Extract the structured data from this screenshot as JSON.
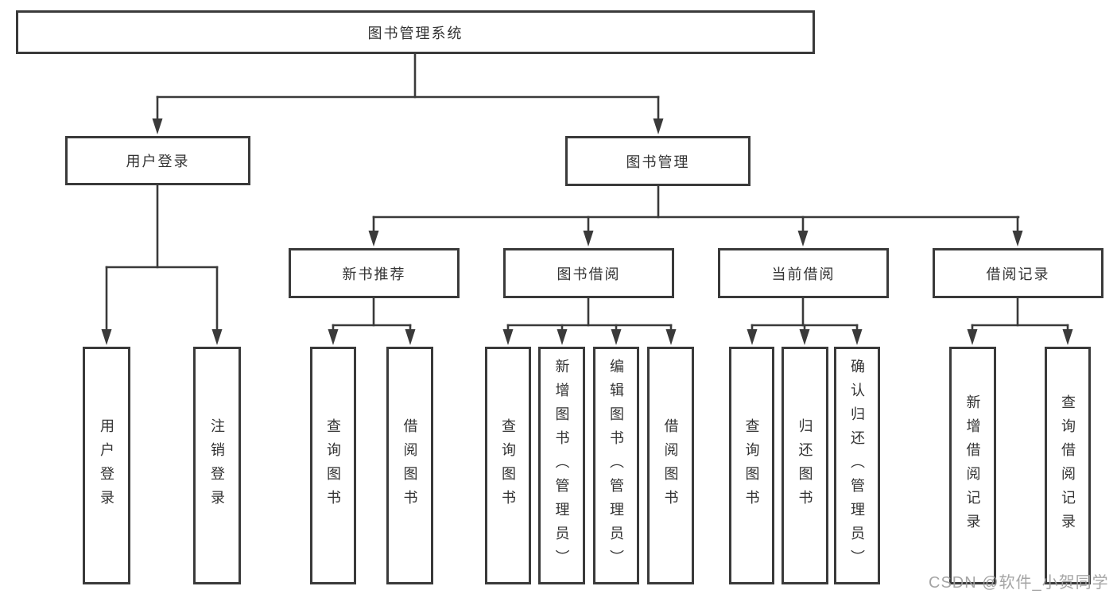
{
  "diagram": {
    "watermark": "CSDN @软件_小贺同学",
    "colors": {
      "line": "#3a3a3a",
      "text": "#333333",
      "background": "#ffffff",
      "watermark": "#9e9e9e"
    }
  },
  "nodes": {
    "root": {
      "label": "图书管理系统"
    },
    "userLogin": {
      "label": "用户登录"
    },
    "bookMgmt": {
      "label": "图书管理"
    },
    "newBookRec": {
      "label": "新书推荐"
    },
    "bookBorrow": {
      "label": "图书借阅"
    },
    "currentBorrow": {
      "label": "当前借阅"
    },
    "borrowRecord": {
      "label": "借阅记录"
    },
    "loginLeaf": {
      "label": "用户登录"
    },
    "logoutLeaf": {
      "label": "注销登录"
    },
    "queryBook1": {
      "label": "查询图书"
    },
    "borrowBook1": {
      "label": "借阅图书"
    },
    "queryBook2": {
      "label": "查询图书"
    },
    "addBook": {
      "label": "新增图书（管理员）"
    },
    "editBook": {
      "label": "编辑图书（管理员）"
    },
    "borrowBook2": {
      "label": "借阅图书"
    },
    "queryBook3": {
      "label": "查询图书"
    },
    "returnBook": {
      "label": "归还图书"
    },
    "confirmReturn": {
      "label": "确认归还（管理员）"
    },
    "addRecord": {
      "label": "新增借阅记录"
    },
    "queryRecord": {
      "label": "查询借阅记录"
    }
  },
  "edges": [
    {
      "parent": "root",
      "children": [
        "userLogin",
        "bookMgmt"
      ]
    },
    {
      "parent": "userLogin",
      "children": [
        "loginLeaf",
        "logoutLeaf"
      ]
    },
    {
      "parent": "bookMgmt",
      "children": [
        "newBookRec",
        "bookBorrow",
        "currentBorrow",
        "borrowRecord"
      ]
    },
    {
      "parent": "newBookRec",
      "children": [
        "queryBook1",
        "borrowBook1"
      ]
    },
    {
      "parent": "bookBorrow",
      "children": [
        "queryBook2",
        "addBook",
        "editBook",
        "borrowBook2"
      ]
    },
    {
      "parent": "currentBorrow",
      "children": [
        "queryBook3",
        "returnBook",
        "confirmReturn"
      ]
    },
    {
      "parent": "borrowRecord",
      "children": [
        "addRecord",
        "queryRecord"
      ]
    }
  ]
}
